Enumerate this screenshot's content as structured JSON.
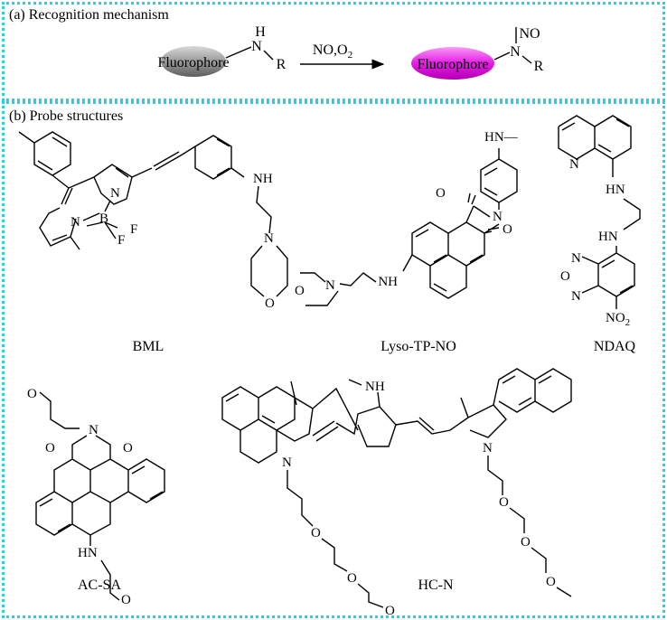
{
  "panel_a": {
    "title": "(a)  Recognition mechanism",
    "reactant_label": "Fluorophore",
    "product_label": "Fluorophore",
    "arrow_label": "NO,O",
    "arrow_label_sub": "2",
    "atom_H": "H",
    "atom_N": "N",
    "atom_R": "R",
    "atom_NO": "NO",
    "reactant_color": "#8c8c8c",
    "product_color": "#e61be6"
  },
  "panel_b": {
    "title": "(b)  Probe structures",
    "probes": [
      "BML",
      "Lyso-TP-NO",
      "NDAQ",
      "AC-SA",
      "HC-N"
    ]
  },
  "atoms": {
    "N": "N",
    "O": "O",
    "NH": "NH",
    "HN": "HN",
    "B": "B",
    "F": "F",
    "NO2": "NO",
    "NO2_sub": "2",
    "HN_dash": "HN—"
  },
  "border_color": "#22d3e6"
}
